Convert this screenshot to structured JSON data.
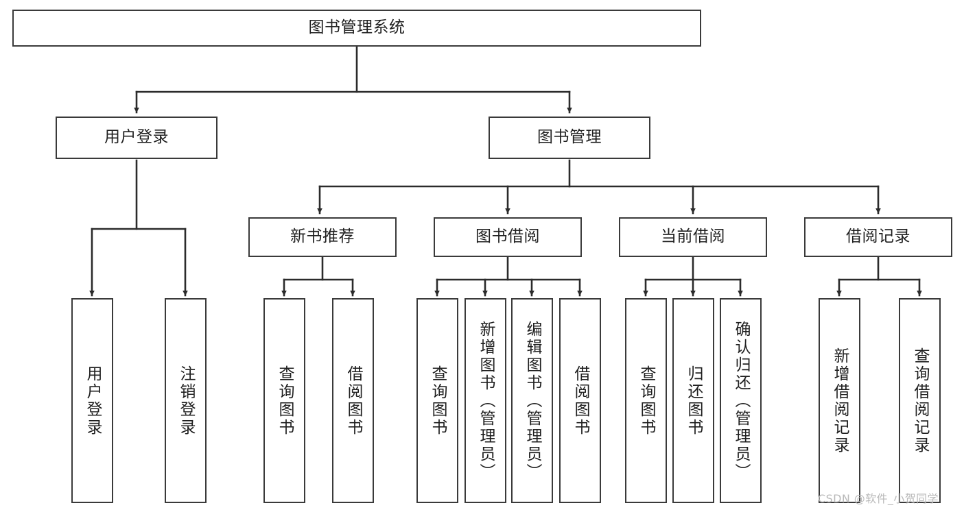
{
  "diagram": {
    "title": "图书管理系统",
    "type": "tree-hierarchy",
    "watermark": "CSDN @软件_小贺同学",
    "colors": {
      "background": "#ffffff",
      "box_border": "#3a3a3a",
      "box_fill": "#ffffff",
      "edge": "#2b2b2b",
      "text": "#1f1f1f",
      "watermark": "#b9b9b9"
    },
    "root": {
      "id": "root",
      "label": "图书管理系统"
    },
    "level2": [
      {
        "id": "user-login",
        "label": "用户登录"
      },
      {
        "id": "book-management",
        "label": "图书管理"
      }
    ],
    "level3": [
      {
        "id": "new-book-recommend",
        "label": "新书推荐",
        "parent": "book-management"
      },
      {
        "id": "book-borrow",
        "label": "图书借阅",
        "parent": "book-management"
      },
      {
        "id": "current-borrow",
        "label": "当前借阅",
        "parent": "book-management"
      },
      {
        "id": "borrow-record",
        "label": "借阅记录",
        "parent": "book-management"
      }
    ],
    "leaves": [
      {
        "id": "leaf-user-login",
        "label": "用户登录",
        "parent": "user-login"
      },
      {
        "id": "leaf-logout",
        "label": "注销登录",
        "parent": "user-login"
      },
      {
        "id": "leaf-query-book-1",
        "label": "查询图书",
        "parent": "new-book-recommend"
      },
      {
        "id": "leaf-borrow-book-1",
        "label": "借阅图书",
        "parent": "new-book-recommend"
      },
      {
        "id": "leaf-query-book-2",
        "label": "查询图书",
        "parent": "book-borrow"
      },
      {
        "id": "leaf-add-book",
        "label": "新增图书（管理员）",
        "parent": "book-borrow"
      },
      {
        "id": "leaf-edit-book",
        "label": "编辑图书（管理员）",
        "parent": "book-borrow"
      },
      {
        "id": "leaf-borrow-book-2",
        "label": "借阅图书",
        "parent": "book-borrow"
      },
      {
        "id": "leaf-query-book-3",
        "label": "查询图书",
        "parent": "current-borrow"
      },
      {
        "id": "leaf-return-book",
        "label": "归还图书",
        "parent": "current-borrow"
      },
      {
        "id": "leaf-confirm-return",
        "label": "确认归还（管理员）",
        "parent": "current-borrow"
      },
      {
        "id": "leaf-add-record",
        "label": "新增借阅记录",
        "parent": "borrow-record"
      },
      {
        "id": "leaf-query-record",
        "label": "查询借阅记录",
        "parent": "borrow-record"
      }
    ]
  }
}
